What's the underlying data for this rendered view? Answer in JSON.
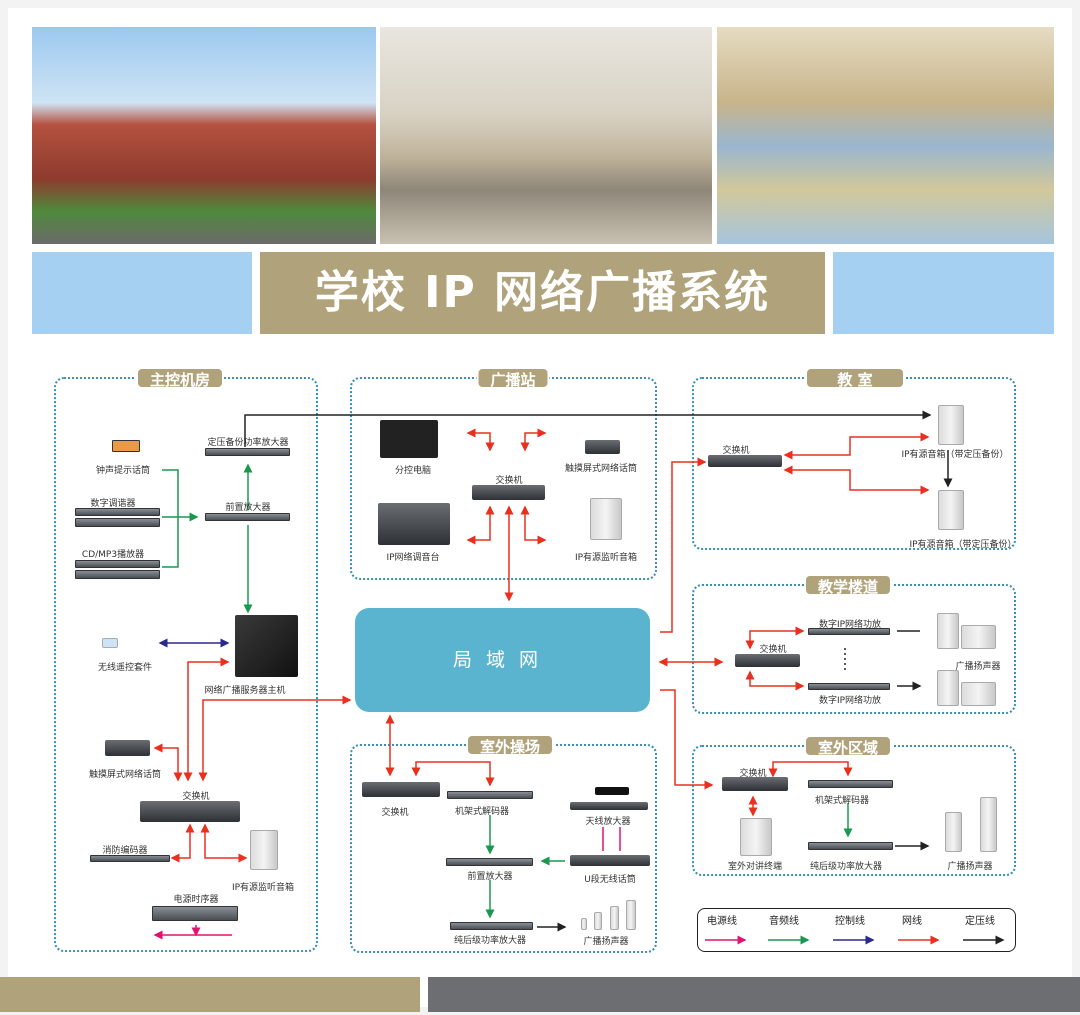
{
  "title": "学校 IP 网络广播系统",
  "lan": "局域网",
  "colors": {
    "accent": "#b0a27a",
    "lan": "#5bb4cf",
    "power": "#e0146e",
    "audio": "#1a9850",
    "control": "#2a2a8a",
    "network": "#e8301f",
    "voltage": "#222222"
  },
  "sections": {
    "control_room": {
      "title": "主控机房",
      "items": [
        "钟声提示话筒",
        "定压备份功率放大器",
        "数字调谐器",
        "前置放大器",
        "CD/MP3播放器",
        "无线遥控套件",
        "网络广播服务器主机",
        "触摸屏式网络话筒",
        "交换机",
        "消防编码器",
        "IP有源监听音箱",
        "电源时序器"
      ]
    },
    "station": {
      "title": "广播站",
      "items": [
        "分控电脑",
        "交换机",
        "触摸屏式网络话筒",
        "IP网络调音台",
        "IP有源监听音箱"
      ]
    },
    "classroom": {
      "title": "教 室",
      "items": [
        "交换机",
        "IP有源音箱（带定压备份）",
        "IP有源音箱（带定压备份）"
      ]
    },
    "corridor": {
      "title": "教学楼道",
      "items": [
        "数字IP网络功放",
        "交换机",
        "数字IP网络功放",
        "广播扬声器"
      ]
    },
    "outdoor_area": {
      "title": "室外区域",
      "items": [
        "交换机",
        "机架式解码器",
        "室外对讲终端",
        "纯后级功率放大器",
        "广播扬声器"
      ]
    },
    "playground": {
      "title": "室外操场",
      "items": [
        "交换机",
        "机架式解码器",
        "天线放大器",
        "前置放大器",
        "U段无线话筒",
        "纯后级功率放大器",
        "广播扬声器"
      ]
    }
  },
  "legend": [
    "电源线",
    "音频线",
    "控制线",
    "网线",
    "定压线"
  ]
}
